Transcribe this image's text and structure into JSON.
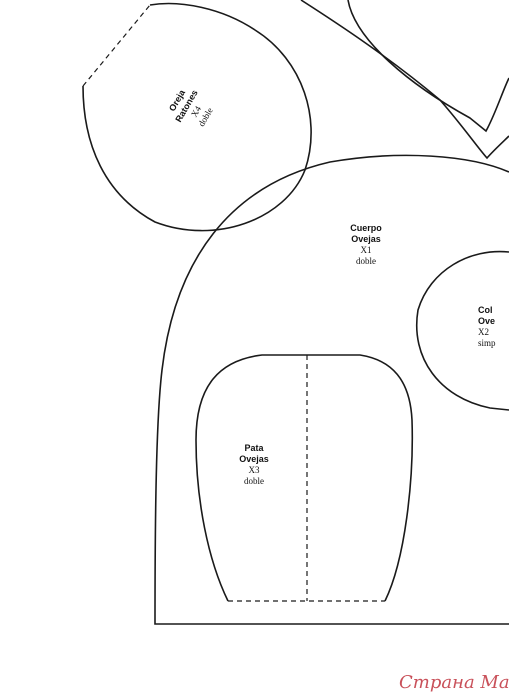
{
  "pieces": {
    "oreja": {
      "name_line1": "Oreja",
      "name_line2": "Ratones",
      "qty": "X4",
      "fold": "doble"
    },
    "cuerpo": {
      "name_line1": "Cuerpo",
      "name_line2": "Ovejas",
      "qty": "X1",
      "fold": "doble"
    },
    "pata": {
      "name_line1": "Pata",
      "name_line2": "Ovejas",
      "qty": "X3",
      "fold": "doble"
    },
    "cola": {
      "name_line1": "Col",
      "name_line2": "Ove",
      "qty": "X2",
      "fold": "simp"
    }
  },
  "watermark": "Страна Мам"
}
